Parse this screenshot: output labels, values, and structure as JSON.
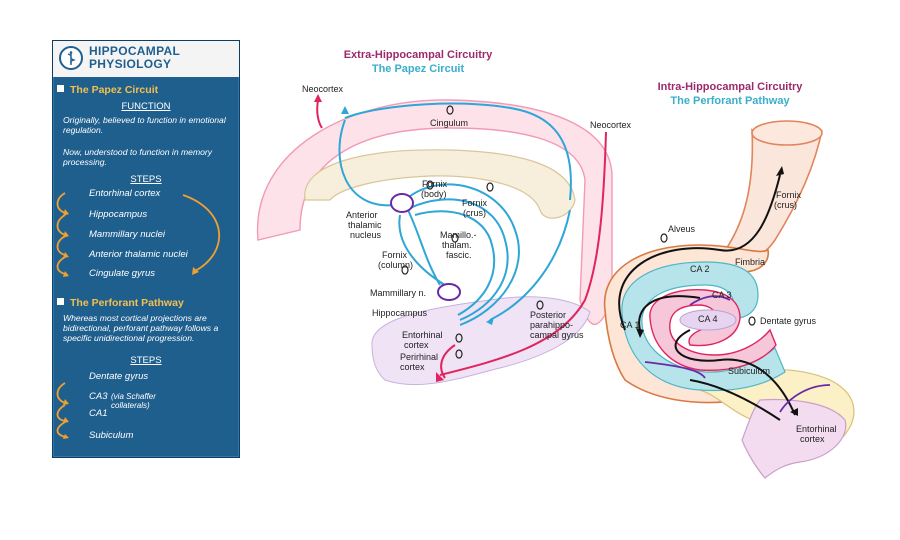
{
  "panel": {
    "title_line1": "HIPPOCAMPAL",
    "title_line2": "PHYSIOLOGY",
    "logo_icon": "caduceus-icon",
    "papez": {
      "title": "The Papez Circuit",
      "function_label": "FUNCTION",
      "para1": "Originally, believed to function in emotional regulation.",
      "para2": "Now, understood to function in memory processing.",
      "steps_label": "STEPS",
      "steps": [
        "Entorhinal cortex",
        "Hippocampus",
        "Mammillary nuclei",
        "Anterior thalamic nuclei",
        "Cingulate gyrus"
      ]
    },
    "perforant": {
      "title": "The Perforant Pathway",
      "para": "Whereas most cortical projections are bidirectional, perforant pathway follows a specific unidirectional progression.",
      "steps_label": "STEPS",
      "steps": [
        "Dentate gyrus",
        "CA3",
        "CA1",
        "Subiculum"
      ],
      "ca3_note_line1": "(via Schaffer",
      "ca3_note_line2": "collaterals)"
    }
  },
  "papez_diagram": {
    "header_line1": "Extra-Hippocampal Circuitry",
    "header_line2": "The Papez Circuit",
    "labels": {
      "neocortex_top": "Neocortex",
      "cingulum": "Cingulum",
      "neocortex_right": "Neocortex",
      "fornix_body_1": "Fornix",
      "fornix_body_2": "(body)",
      "fornix_crus_1": "Fornix",
      "fornix_crus_2": "(crus)",
      "anterior_1": "Anterior",
      "anterior_2": "thalamic",
      "anterior_3": "nucleus",
      "mamillo_1": "Mamillo.-",
      "mamillo_2": "thalam.",
      "mamillo_3": "fascic.",
      "fornix_column_1": "Fornix",
      "fornix_column_2": "(column)",
      "mammillary": "Mammillary n.",
      "hippocampus": "Hippocampus",
      "entorhinal_1": "Entorhinal",
      "entorhinal_2": "cortex",
      "perirhinal_1": "Perirhinal",
      "perirhinal_2": "cortex",
      "posterior_1": "Posterior",
      "posterior_2": "parahippo-",
      "posterior_3": "campal gyrus"
    }
  },
  "perforant_diagram": {
    "header_line1": "Intra-Hippocampal Circuitry",
    "header_line2": "The Perforant Pathway",
    "labels": {
      "fornix_crus_1": "Fornix",
      "fornix_crus_2": "(crus)",
      "alveus": "Alveus",
      "fimbria": "Fimbria",
      "ca2": "CA 2",
      "ca3": "CA 3",
      "ca1": "CA 1",
      "ca4": "CA 4",
      "dentate": "Dentate gyrus",
      "subiculum": "Subiculum",
      "entorhinal_1": "Entorhinal",
      "entorhinal_2": "cortex"
    }
  },
  "colors": {
    "panel_bg": "#1f5f8e",
    "step_arrow": "#f0a030",
    "papez_blue": "#2ea6d6",
    "papez_pink": "#e0245e",
    "purple": "#6a2aa8",
    "header_magenta": "#9b2a6c",
    "header_cyan": "#3aaecb"
  }
}
